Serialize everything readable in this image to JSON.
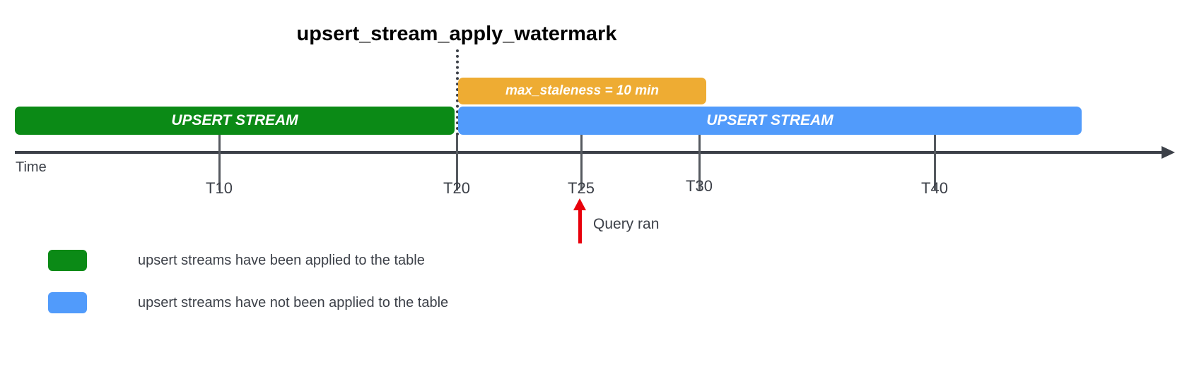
{
  "diagram": {
    "title": "upsert_stream_apply_watermark",
    "watermark_marker": "dotted-vertical-line"
  },
  "bars": [
    {
      "key": "applied",
      "label": "UPSERT STREAM",
      "color": "#0b8a16",
      "start_time": "T0",
      "end_time": "T20"
    },
    {
      "key": "not_applied",
      "label": "UPSERT STREAM",
      "color": "#519bfb",
      "start_time": "T20",
      "end_time": "T45"
    },
    {
      "key": "staleness",
      "label": "max_staleness = 10 min",
      "color": "#eeac33",
      "start_time": "T20",
      "end_time": "T30"
    }
  ],
  "axis": {
    "name": "Time",
    "ticks": [
      {
        "label": "T10"
      },
      {
        "label": "T20"
      },
      {
        "label": "T25"
      },
      {
        "label": "T30"
      },
      {
        "label": "T40"
      }
    ]
  },
  "query_marker": {
    "label": "Query ran",
    "at_tick": "T25",
    "color": "#e8000b"
  },
  "legend": [
    {
      "color": "#0b8a16",
      "text": "upsert streams have been applied to the table"
    },
    {
      "color": "#519bfb",
      "text": "upsert streams have not been applied to the table"
    }
  ]
}
